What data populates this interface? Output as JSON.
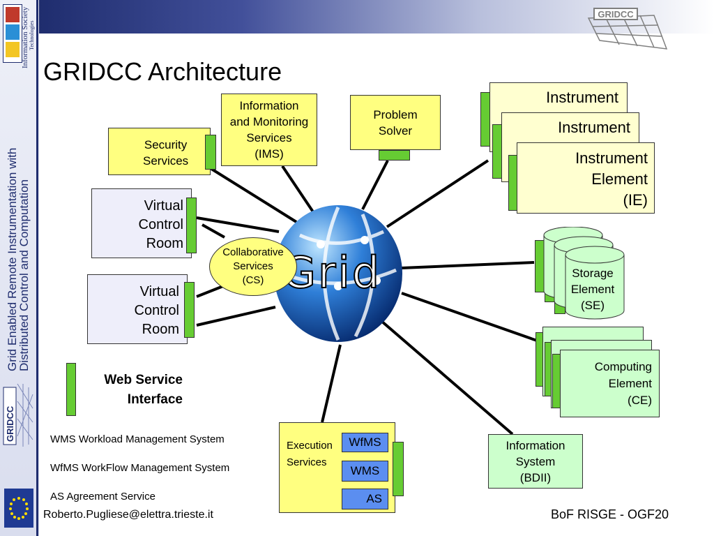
{
  "header": {
    "side_title_line1": "Grid Enabled Remote Instrumentation with",
    "side_title_line2": "Distributed Control and Computation",
    "ist_line1": "Information Society",
    "ist_line2": "Technologies",
    "logo_small": "GRIDCC",
    "logo_top": "GRIDCC"
  },
  "title": "GRIDCC Architecture",
  "center": {
    "label": "Grid"
  },
  "nodes": {
    "security": [
      "Security",
      "Services"
    ],
    "ims": [
      "Information",
      "and Monitoring",
      "Services",
      "(IMS)"
    ],
    "problem": [
      "Problem",
      "Solver"
    ],
    "instrument_back1": "Instrument",
    "instrument_back2": "Instrument",
    "instrument_front": [
      "Instrument",
      "Element",
      "(IE)"
    ],
    "vcr1": [
      "Virtual",
      "Control",
      "Room"
    ],
    "vcr2": [
      "Virtual",
      "Control",
      "Room"
    ],
    "collab": [
      "Collaborative",
      "Services",
      "(CS)"
    ],
    "storage": [
      "Storage",
      "Element",
      "(SE)"
    ],
    "computing": [
      "Computing",
      "Element",
      "(CE)"
    ],
    "execution": [
      "Execution",
      "Services"
    ],
    "exec_items": [
      "WfMS",
      "WMS",
      "AS"
    ],
    "infosys": [
      "Information",
      "System",
      "(BDII)"
    ]
  },
  "legend": {
    "ws_line1": "Web Service",
    "ws_line2": "Interface",
    "abbrevs": [
      "WMS Workload Management System",
      "WfMS WorkFlow Management System",
      "AS Agreement Service"
    ]
  },
  "footer": {
    "email": "Roberto.Pugliese@elettra.trieste.it",
    "event": "BoF RISGE - OGF20"
  },
  "colors": {
    "navy": "#1f2d6e",
    "service_yellow": "#ffff80",
    "interface_green": "#66cc33",
    "element_green": "#ccffcc",
    "exec_blue": "#5b8ef0"
  }
}
